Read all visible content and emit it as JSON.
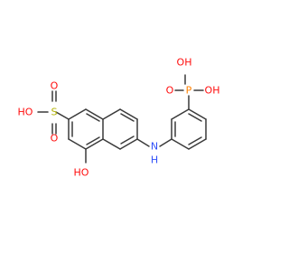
{
  "colors": {
    "bond": "#3a3a3a",
    "oxygen": "#ff0d0d",
    "sulfur": "#b2b200",
    "phosphorus": "#ff8000",
    "nitrogen": "#3050f8",
    "background": "#ffffff"
  },
  "atoms": {
    "oh_sulfonic": "HO",
    "o_sulfonic_top": "O",
    "o_sulfonic_bottom": "O",
    "s": "S",
    "oh_naphthol": "HO",
    "n": "N",
    "h_amine": "H",
    "oh_phos_left": "OH",
    "oh_phos_right": "OH",
    "o_phos": "O",
    "p": "P"
  }
}
